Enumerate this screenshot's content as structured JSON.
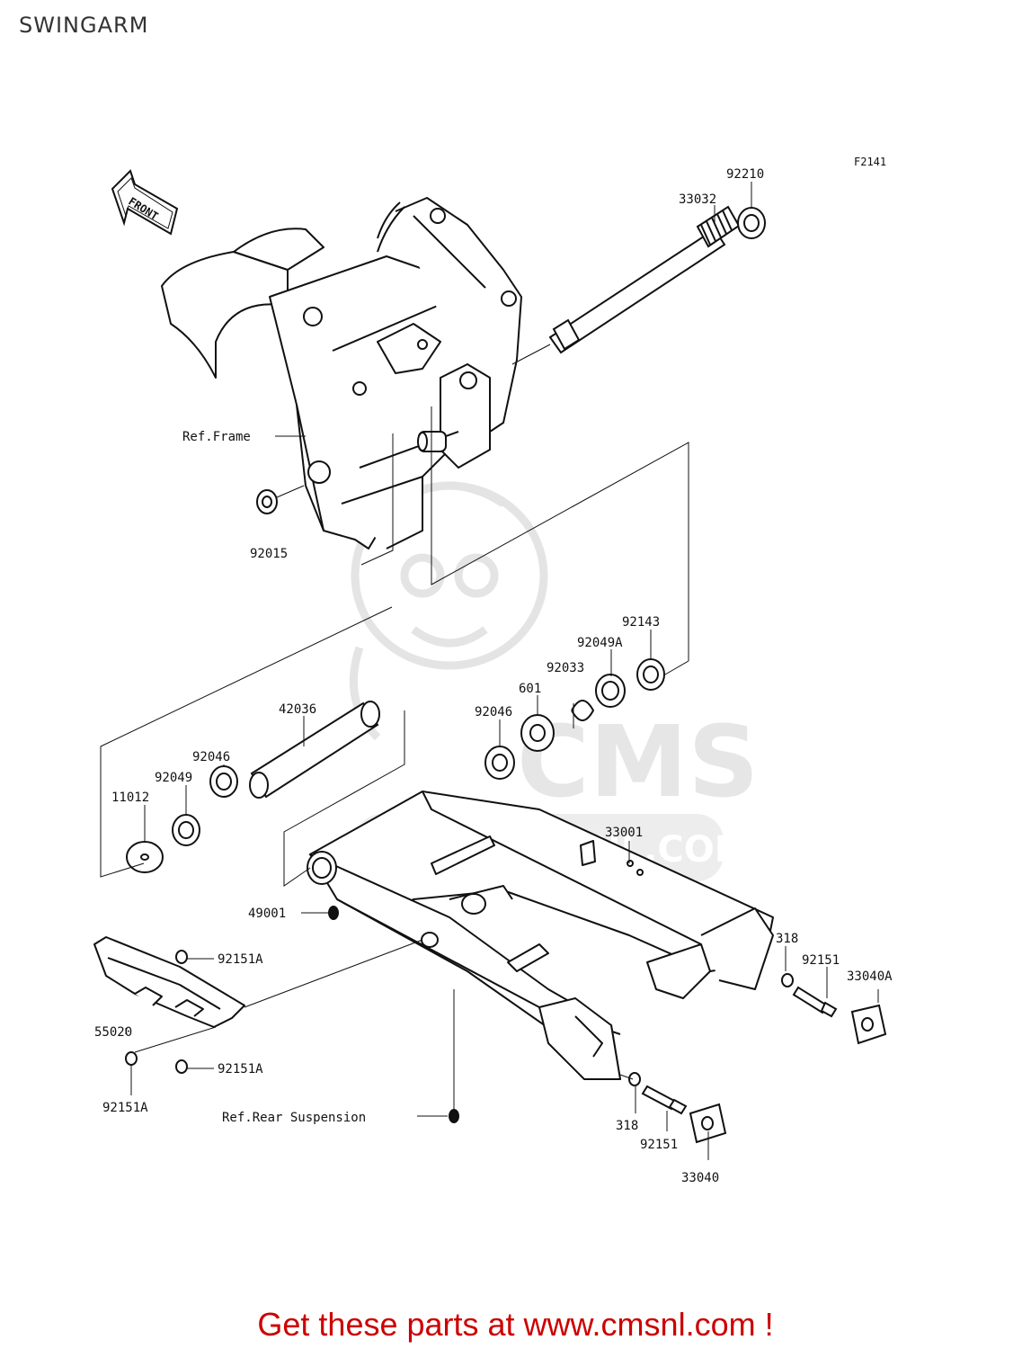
{
  "page": {
    "title": "SWINGARM"
  },
  "diagram": {
    "figure_code": "F2141",
    "front_marker": "FRONT",
    "watermark": {
      "brand": "CMS",
      "url": "WWW.CMSNL.COM"
    },
    "refs": {
      "frame": "Ref.Frame",
      "rear_suspension": "Ref.Rear Suspension"
    },
    "parts": {
      "p92210": "92210",
      "p33032": "33032",
      "p92015": "92015",
      "p92143": "92143",
      "p92049A": "92049A",
      "p92033": "92033",
      "p601": "601",
      "p92046_right": "92046",
      "p42036": "42036",
      "p92046_left": "92046",
      "p92049": "92049",
      "p11012": "11012",
      "p33001": "33001",
      "p49001": "49001",
      "p92151A_top": "92151A",
      "p55020": "55020",
      "p92151A_mid": "92151A",
      "p92151A_bottom": "92151A",
      "p318_right": "318",
      "p92151_right": "92151",
      "p33040A": "33040A",
      "p318_bottom": "318",
      "p92151_bottom": "92151",
      "p33040": "33040"
    }
  },
  "promo": {
    "text": "Get these parts at www.cmsnl.com !",
    "color": "#cc0000"
  }
}
